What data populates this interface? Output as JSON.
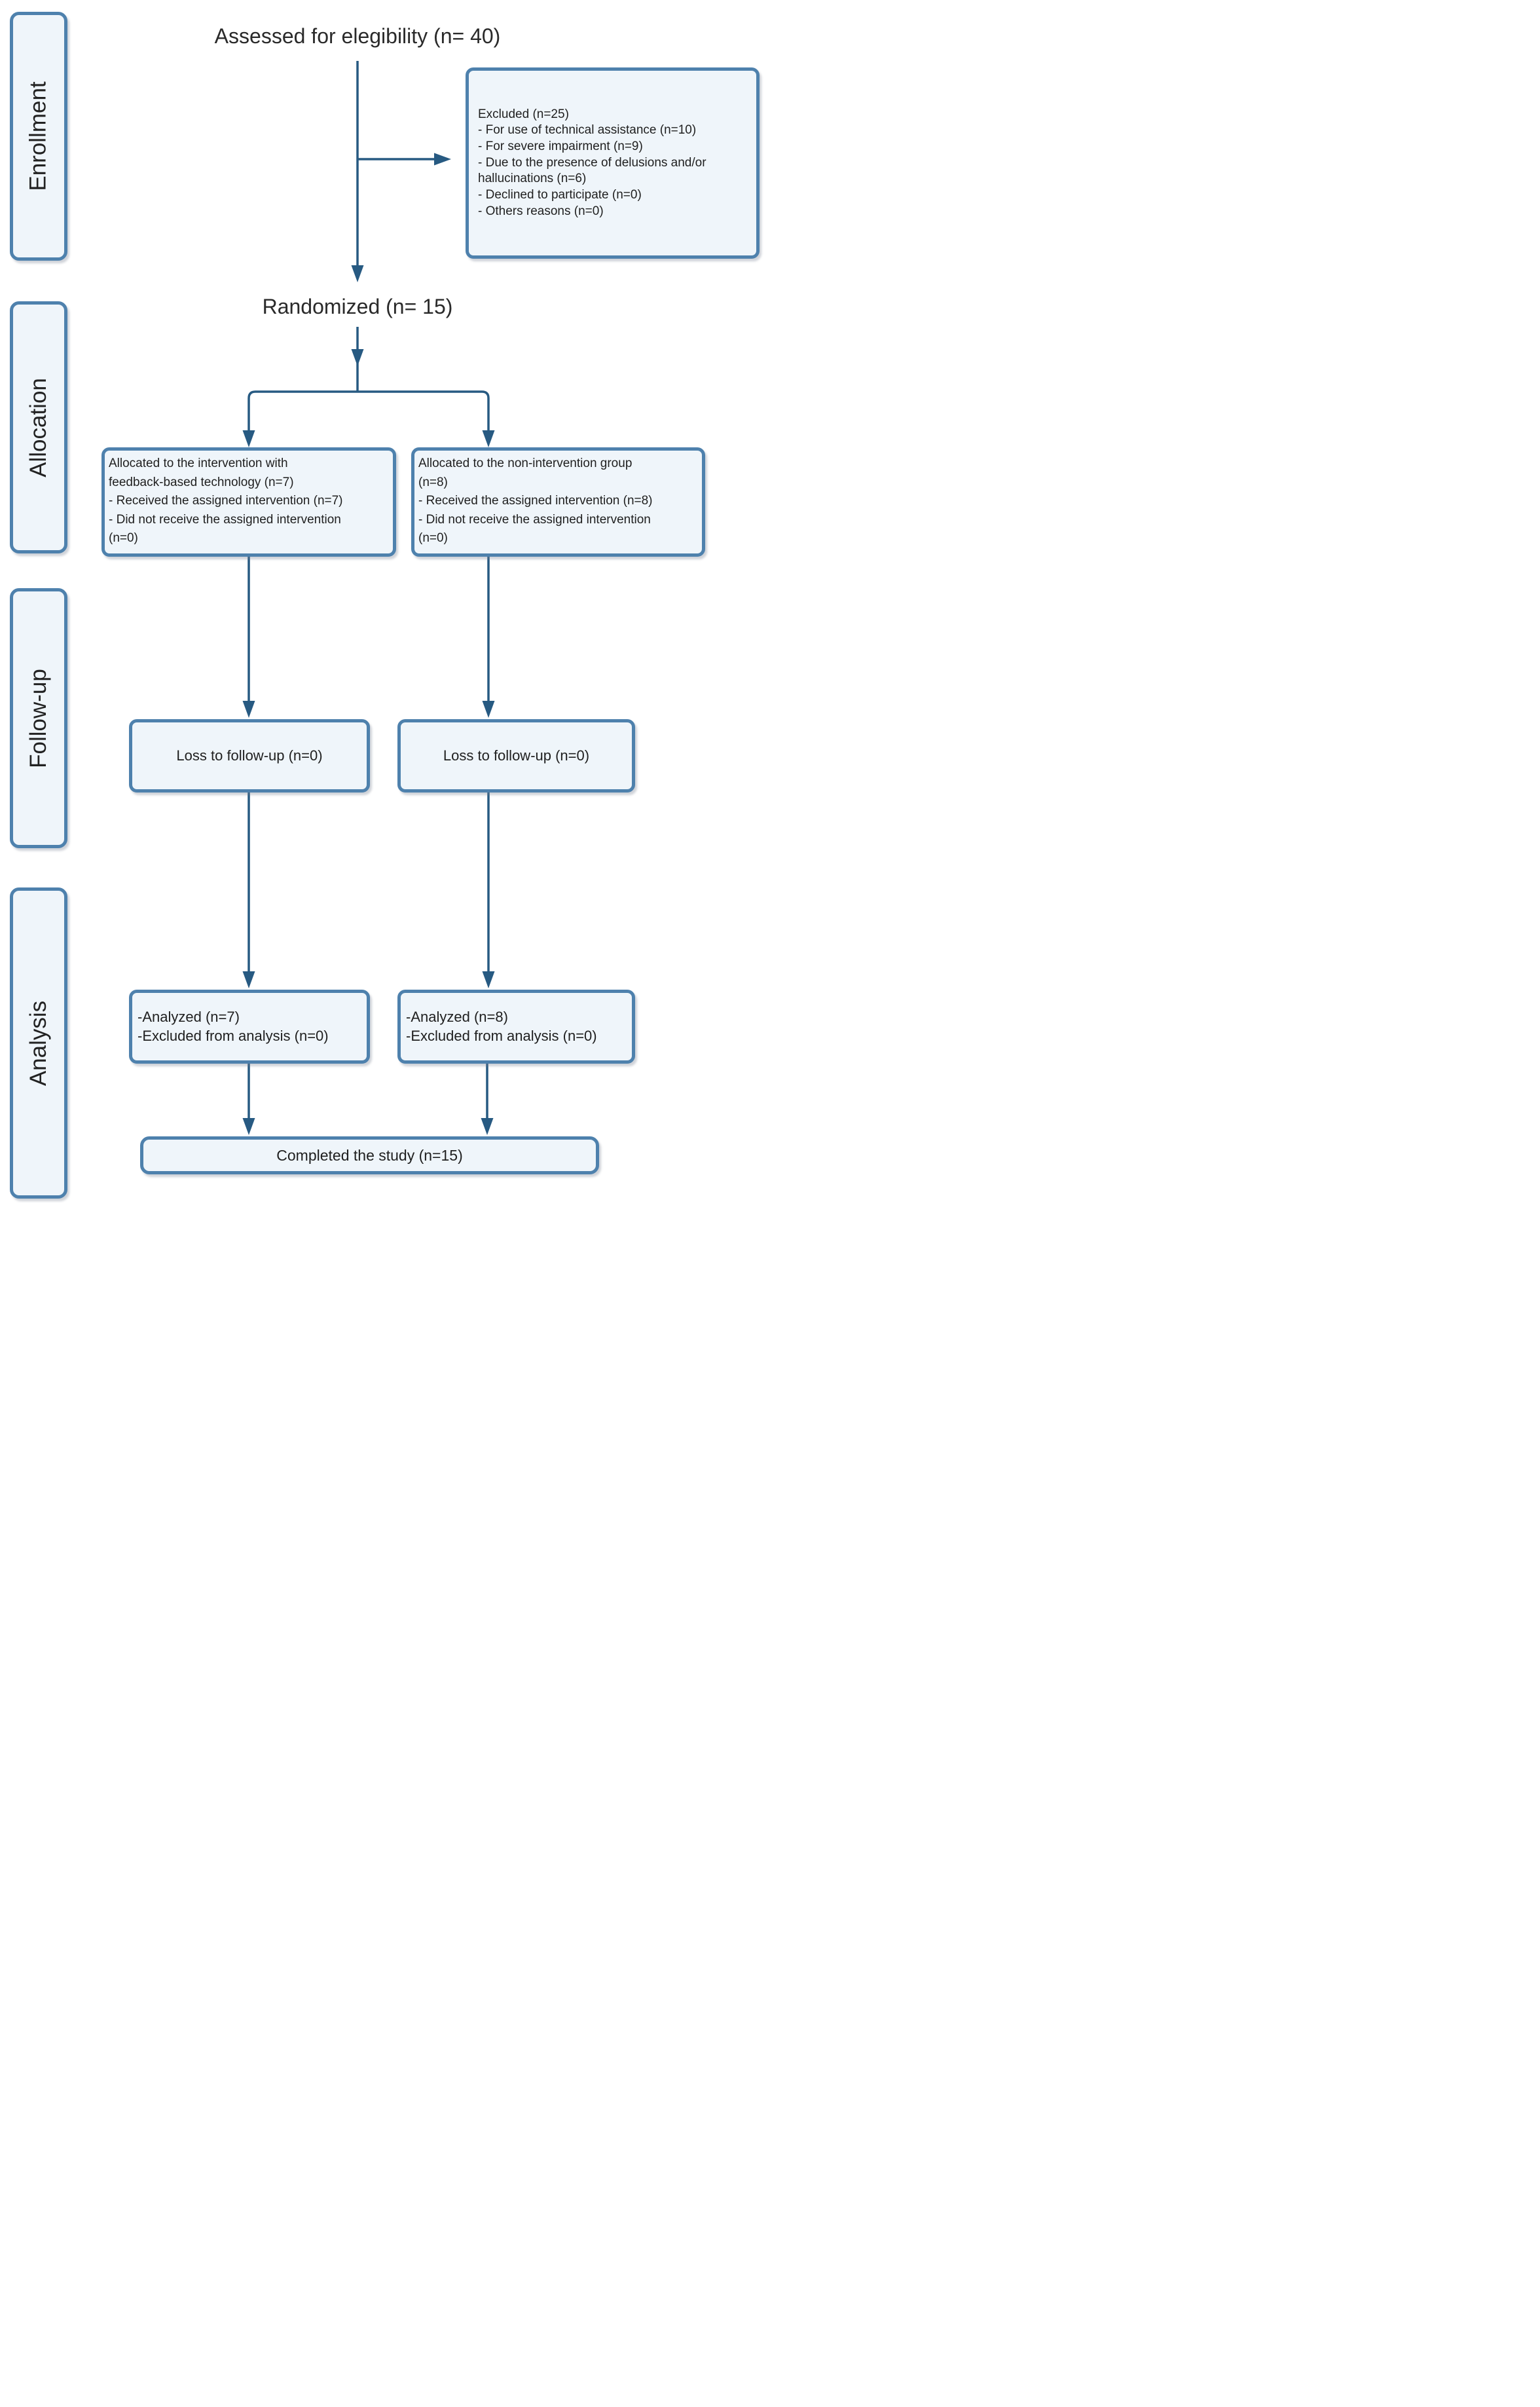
{
  "colors": {
    "background": "#ffffff",
    "box_fill": "#eff5fa",
    "box_border": "#4e81ad",
    "arrow": "#275a82",
    "text": "#1f1f1f"
  },
  "sidebar": {
    "stages": [
      {
        "label": "Enrollment"
      },
      {
        "label": "Allocation"
      },
      {
        "label": "Follow-up"
      },
      {
        "label": "Analysis"
      }
    ]
  },
  "flow": {
    "assessed_title": "Assessed for elegibility (n= 40)",
    "randomized_title": "Randomized (n= 15)",
    "excluded": {
      "lines": [
        "Excluded (n=25)",
        "- For use of technical assistance (n=10)",
        "- For severe impairment (n=9)",
        "- Due to the presence of delusions and/or",
        "hallucinations (n=6)",
        "- Declined to participate (n=0)",
        "- Others reasons (n=0)"
      ]
    },
    "allocation_left": {
      "lines": [
        "Allocated to the intervention with",
        "feedback-based technology (n=7)",
        "- Received the assigned intervention (n=7)",
        "- Did not receive the assigned intervention",
        "(n=0)"
      ]
    },
    "allocation_right": {
      "lines": [
        "Allocated to the non-intervention group",
        "(n=8)",
        "- Received the assigned intervention (n=8)",
        "- Did not receive the assigned intervention",
        "(n=0)"
      ]
    },
    "followup_left": {
      "text": "Loss to follow-up (n=0)"
    },
    "followup_right": {
      "text": "Loss to follow-up (n=0)"
    },
    "analysis_left": {
      "lines": [
        "-Analyzed (n=7)",
        "-Excluded from analysis (n=0)"
      ]
    },
    "analysis_right": {
      "lines": [
        "-Analyzed (n=8)",
        "-Excluded from analysis (n=0)"
      ]
    },
    "completed": {
      "text": "Completed the study (n=15)"
    }
  }
}
